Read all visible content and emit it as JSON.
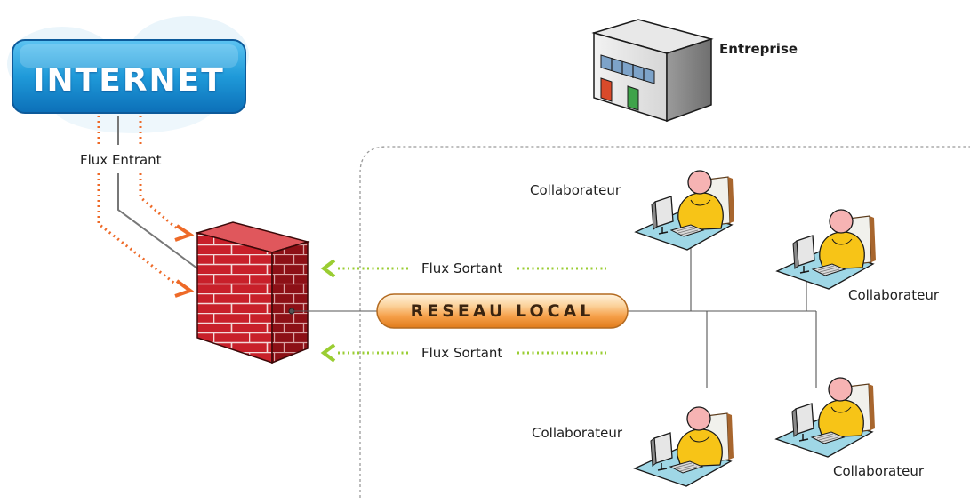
{
  "internet": {
    "label": "INTERNET"
  },
  "enterprise": {
    "label": "Entreprise"
  },
  "flux_entrant": {
    "label": "Flux Entrant"
  },
  "flux_sortant": {
    "label": "Flux Sortant"
  },
  "lan": {
    "label": "RESEAU LOCAL"
  },
  "collaborateur": {
    "label": "Collaborateur"
  },
  "colors": {
    "internet_blue": "#1f9ad9",
    "firewall_red": "#c8202a",
    "incoming_orange": "#ee6a28",
    "outgoing_green": "#9acd32",
    "lan_orange": "#f6a04a",
    "person_yellow": "#f7c417",
    "skin": "#f6b3b3",
    "desk_blue": "#9fd7e6"
  }
}
